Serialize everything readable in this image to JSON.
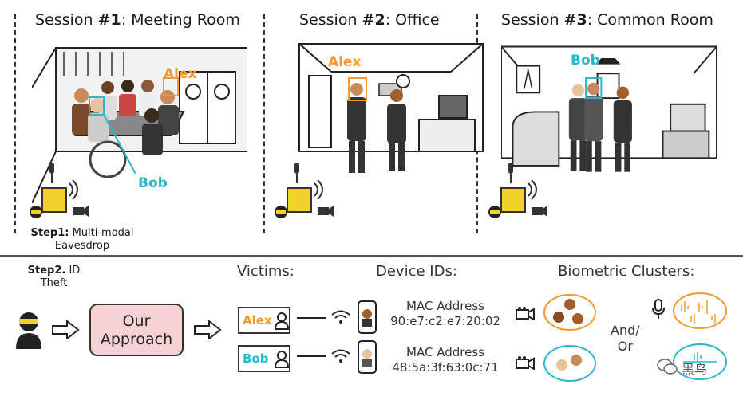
{
  "sessions": [
    {
      "prefix": "Session ",
      "number": "#1",
      "suffix": ": Meeting Room"
    },
    {
      "prefix": "Session ",
      "number": "#2",
      "suffix": ": Office"
    },
    {
      "prefix": "Session ",
      "number": "#3",
      "suffix": ": Common Room"
    }
  ],
  "labels": {
    "alex": "Alex",
    "bob": "Bob"
  },
  "steps": {
    "step1_bold": "Step1:",
    "step1_rest": " Multi-modal",
    "step1_line2": "Eavesdrop",
    "step2_bold": "Step2.",
    "step2_rest": " ID",
    "step2_line2": "Theft"
  },
  "approach": {
    "line1": "Our",
    "line2": "Approach"
  },
  "columns": {
    "victims": "Victims:",
    "device_ids": "Device IDs:",
    "clusters": "Biometric Clusters:"
  },
  "victims": [
    {
      "name": "Alex",
      "color": "#f39a2b",
      "mac_label": "MAC Address",
      "mac": "90:e7:c2:e7:20:02"
    },
    {
      "name": "Bob",
      "color": "#2ab7c8",
      "mac_label": "MAC Address",
      "mac": "48:5a:3f:63:0c:71"
    }
  ],
  "andor": {
    "line1": "And/",
    "line2": "Or"
  },
  "watermark": "黑鸟",
  "colors": {
    "alex": "#f39a2b",
    "bob": "#2ab7c8",
    "approach_fill": "#f6d2d4"
  }
}
